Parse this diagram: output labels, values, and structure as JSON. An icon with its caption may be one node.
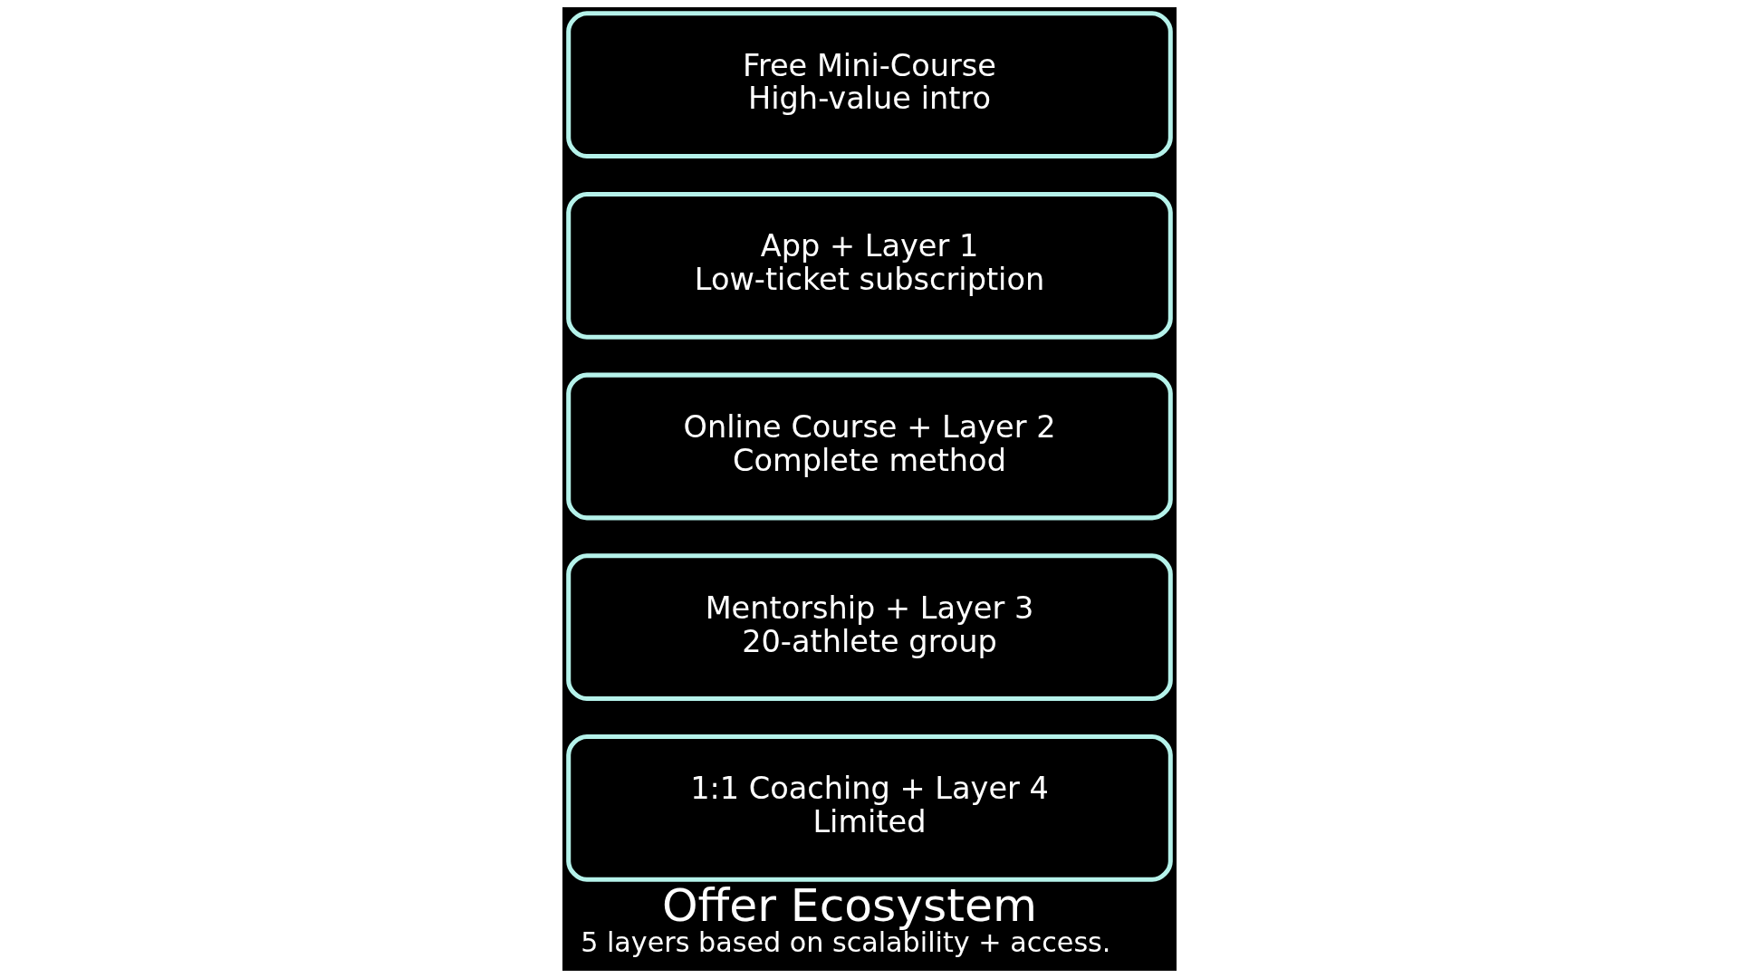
{
  "diagram": {
    "title": "Offer Ecosystem",
    "caption": "5 layers based on scalability + access.",
    "nodes": [
      {
        "text": [
          "1:1 Coaching + Layer 4",
          "Limited"
        ]
      },
      {
        "text": [
          "Mentorship + Layer 3",
          "20-athlete group"
        ]
      },
      {
        "text": [
          "Online Course + Layer 2",
          "Complete method"
        ]
      },
      {
        "text": [
          "App + Layer 1",
          "Low-ticket subscription"
        ]
      },
      {
        "text": [
          "Free Mini-Course",
          "High-value intro"
        ]
      }
    ],
    "edges": []
  }
}
